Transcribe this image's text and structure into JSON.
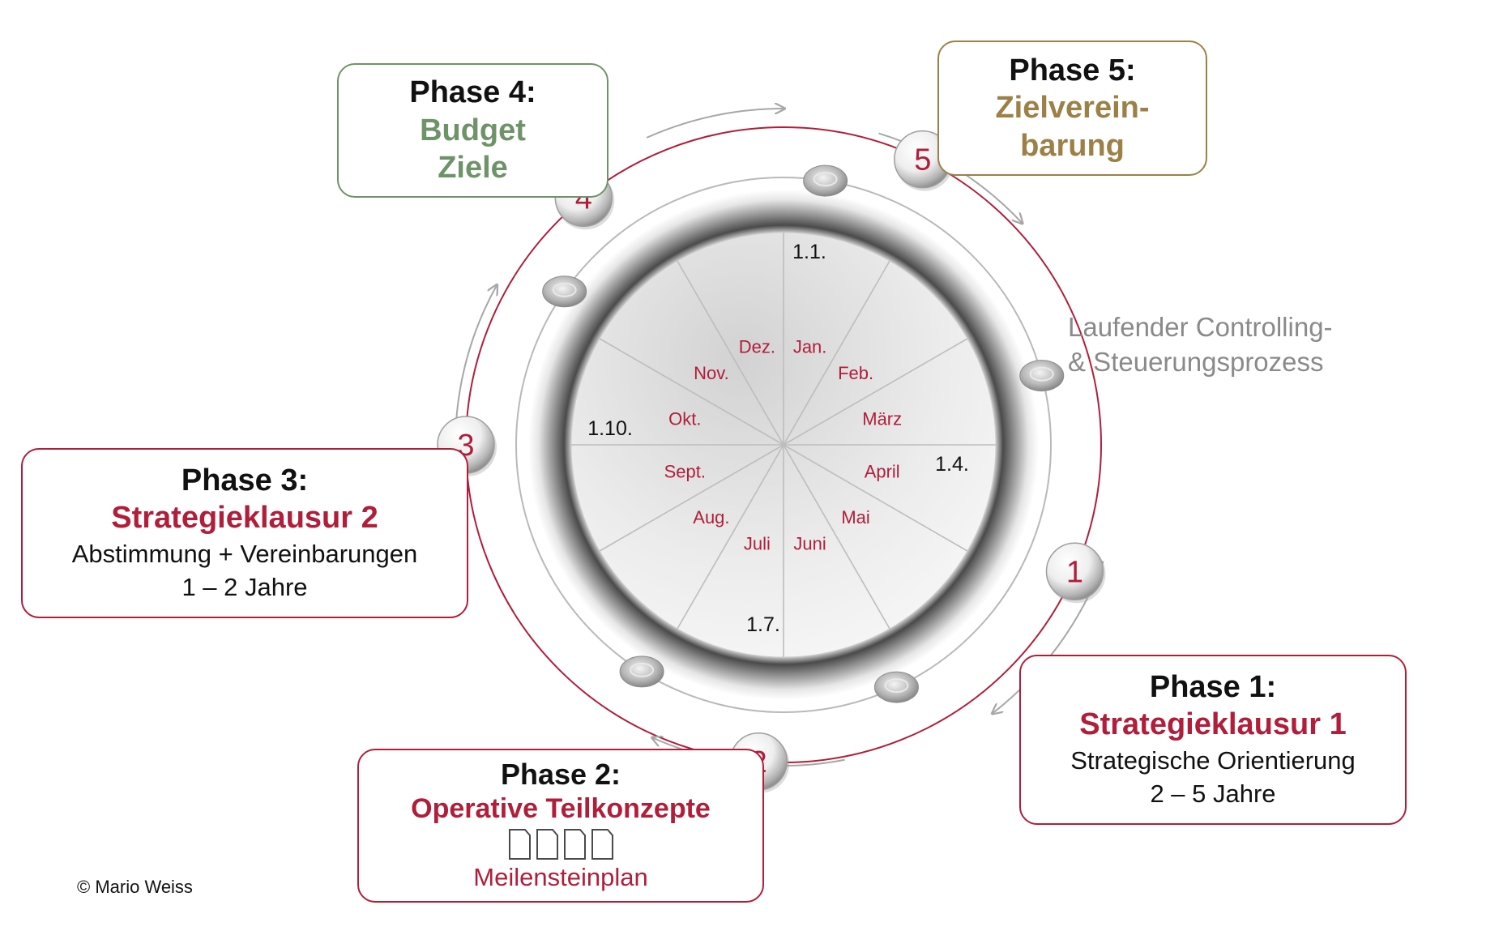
{
  "phases": [
    {
      "id": "phase1",
      "number": "1",
      "title": "Phase 1:",
      "subtitle": [
        "Strategieklausur 1"
      ],
      "description": [
        "Strategische Orientierung",
        "2 – 5 Jahre"
      ]
    },
    {
      "id": "phase2",
      "number": "2",
      "title": "Phase 2:",
      "subtitle": [
        "Operative Teilkonzepte"
      ],
      "description": [
        "Meilensteinplan"
      ]
    },
    {
      "id": "phase3",
      "number": "3",
      "title": "Phase 3:",
      "subtitle": [
        "Strategieklausur 2"
      ],
      "description": [
        "Abstimmung + Vereinbarungen",
        "1 – 2 Jahre"
      ]
    },
    {
      "id": "phase4",
      "number": "4",
      "title": "Phase 4:",
      "subtitle": [
        "Budget",
        "Ziele"
      ],
      "description": []
    },
    {
      "id": "phase5",
      "number": "5",
      "title": "Phase 5:",
      "subtitle": [
        "Zielverein-",
        "barung"
      ],
      "description": []
    }
  ],
  "colors": {
    "accent_red": "#b01e3a",
    "budget_green": "#6f9369",
    "ziel_gold": "#9c8046",
    "controlling_gray": "#8a8a8a"
  },
  "months": [
    "Jan.",
    "Feb.",
    "März",
    "April",
    "Mai",
    "Juni",
    "Juli",
    "Aug.",
    "Sept.",
    "Okt.",
    "Nov.",
    "Dez."
  ],
  "quarter_dates": [
    "1.1.",
    "1.4.",
    "1.7.",
    "1.10."
  ],
  "controlling_label": [
    "Laufender Controlling-",
    "& Steuerungsprozess"
  ],
  "copyright": "© Mario Weiss",
  "icons": {
    "document": "document-icon",
    "milestone_marker": "disc-marker-icon",
    "arrow": "curved-arrow-icon"
  }
}
